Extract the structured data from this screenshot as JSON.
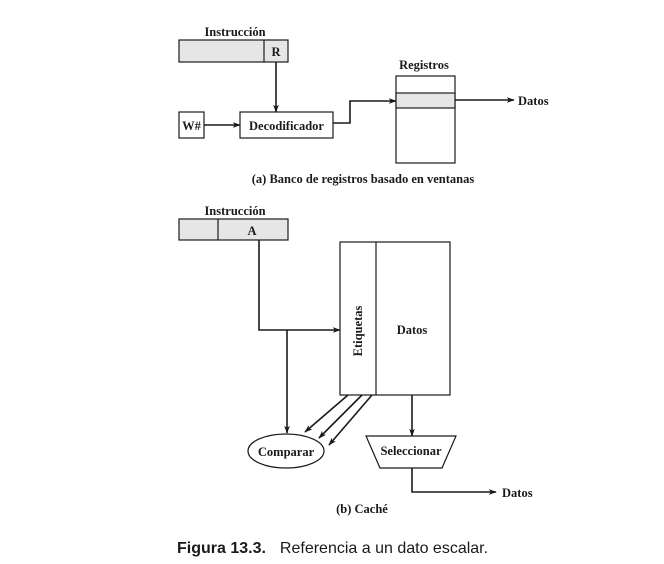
{
  "part_a": {
    "instruction_label": "Instrucción",
    "instruction_field": "R",
    "window_pointer": "W#",
    "decoder": "Decodificador",
    "registers_label": "Registros",
    "output_label": "Datos",
    "caption": "(a) Banco de registros basado en ventanas"
  },
  "part_b": {
    "instruction_label": "Instrucción",
    "instruction_field": "A",
    "tags": "Etiquetas",
    "data_column": "Datos",
    "compare": "Comparar",
    "select": "Seleccionar",
    "output_label": "Datos",
    "caption": "(b) Caché"
  },
  "figure": {
    "number": "Figura 13.3.",
    "title": "Referencia a un dato escalar."
  },
  "colors": {
    "shade": "#e6e6e6",
    "ink": "#1a1a1a"
  }
}
